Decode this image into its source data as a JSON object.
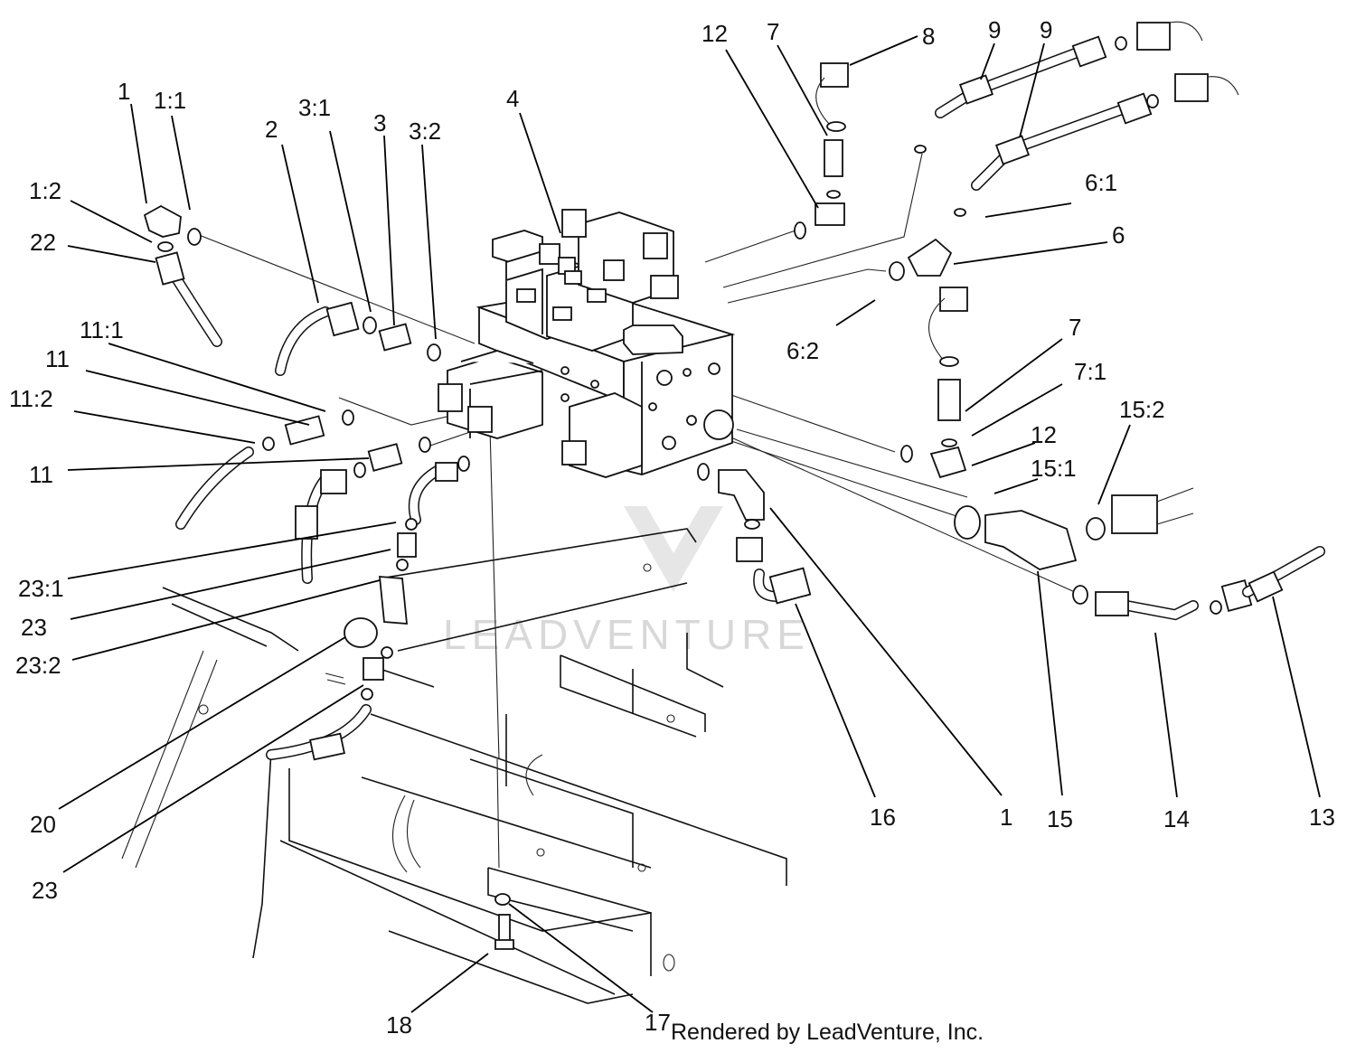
{
  "watermark": {
    "text": "LEADVENTURE"
  },
  "credit": {
    "text": "Rendered by LeadVenture, Inc."
  },
  "callouts": [
    "1",
    "1:1",
    "1:2",
    "22",
    "2",
    "3:1",
    "3",
    "3:2",
    "4",
    "12",
    "7",
    "8",
    "9",
    "9",
    "6:1",
    "6",
    "6:2",
    "11:1",
    "11",
    "11:2",
    "11",
    "7",
    "7:1",
    "12",
    "15:2",
    "15:1",
    "23:1",
    "23",
    "23:2",
    "20",
    "23",
    "16",
    "1",
    "15",
    "14",
    "13",
    "18",
    "17"
  ]
}
